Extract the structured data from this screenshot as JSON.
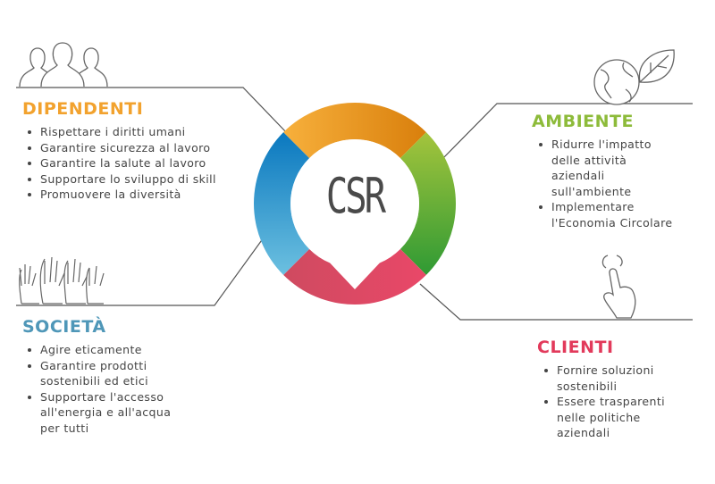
{
  "center": {
    "label": "CSR"
  },
  "colors": {
    "dipendenti": "#f2a22e",
    "ambiente": "#8dbb3a",
    "societa": "#4f97b8",
    "clienti": "#e23a5b"
  },
  "dipendenti": {
    "title": "DIPENDENTI",
    "icon": "people-icon",
    "items": [
      "Rispettare i diritti umani",
      "Garantire sicurezza al lavoro",
      "Garantire la salute al lavoro",
      "Supportare lo sviluppo di skill",
      "Promuovere la diversità"
    ]
  },
  "ambiente": {
    "title": "AMBIENTE",
    "icon": "globe-leaf-icon",
    "items": [
      "Ridurre l'impatto delle attività aziendali sull'ambiente",
      "Implementare l'Economia Circolare"
    ]
  },
  "societa": {
    "title": "SOCIETÀ",
    "icon": "raised-hands-icon",
    "items": [
      "Agire eticamente",
      "Garantire prodotti sostenibili ed etici",
      "Supportare l'accesso all'energia e all'acqua per tutti"
    ]
  },
  "clienti": {
    "title": "CLIENTI",
    "icon": "touch-hand-icon",
    "items": [
      "Fornire soluzioni sostenibili",
      "Essere trasparenti nelle politiche aziendali"
    ]
  }
}
